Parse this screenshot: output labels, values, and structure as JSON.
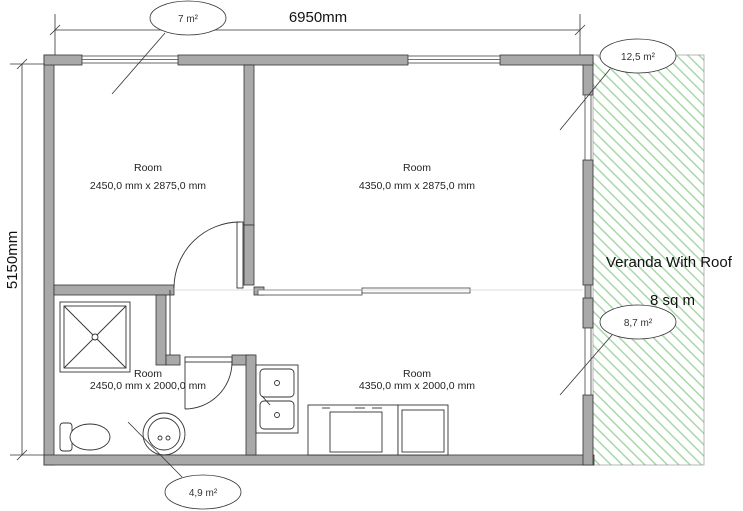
{
  "dimensions": {
    "width_label": "6950mm",
    "height_label": "5150mm"
  },
  "rooms": [
    {
      "id": "top-left",
      "title": "Room",
      "size": "2450,0 mm x 2875,0 mm"
    },
    {
      "id": "top-right",
      "title": "Room",
      "size": "4350,0 mm x 2875,0 mm"
    },
    {
      "id": "bottom-left",
      "title": "Room",
      "size": "2450,0 mm x 2000,0 mm"
    },
    {
      "id": "bottom-right",
      "title": "Room",
      "size": "4350,0 mm x 2000,0 mm"
    }
  ],
  "area_callouts": [
    {
      "id": "callout-top",
      "text": "7 m²"
    },
    {
      "id": "callout-right-top",
      "text": "12,5 m²"
    },
    {
      "id": "callout-right-bottom",
      "text": "8,7 m²"
    },
    {
      "id": "callout-bottom",
      "text": "4,9 m²"
    }
  ],
  "veranda": {
    "title": "Veranda With Roof",
    "area": "8 sq m"
  },
  "colors": {
    "wall": "#a9a9a9",
    "wall_outline": "#333333",
    "veranda_hatch": "#9fd49f"
  }
}
